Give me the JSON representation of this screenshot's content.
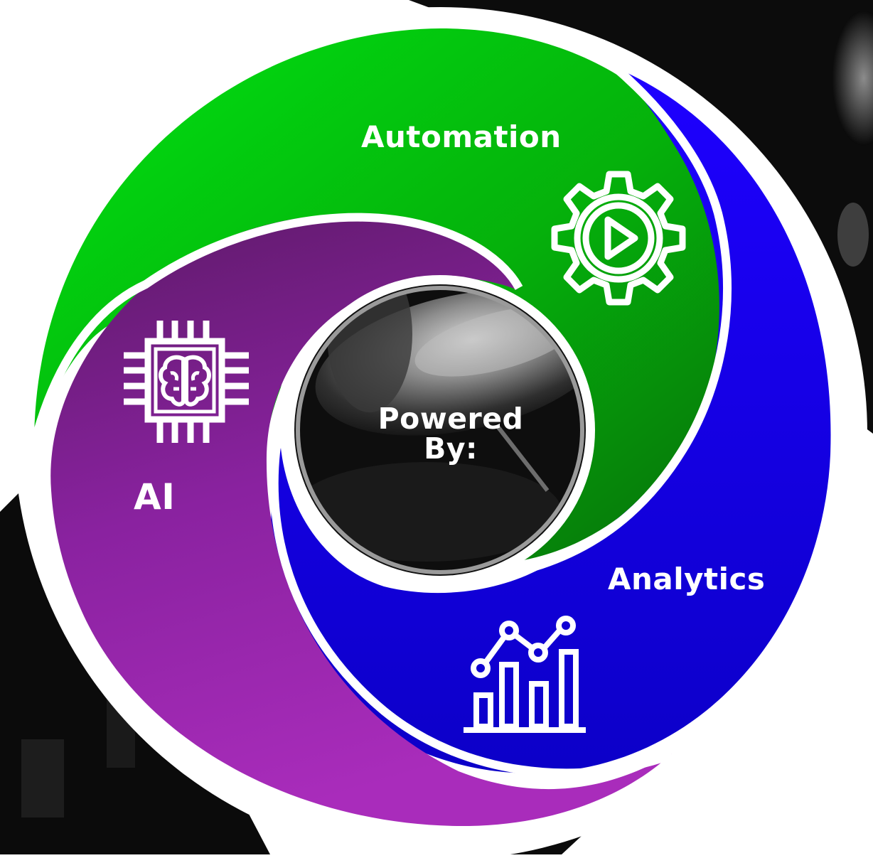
{
  "diagram": {
    "segments": [
      {
        "label": "Automation",
        "icon": "gear-play-icon",
        "color": "#06b80a"
      },
      {
        "label": "Analytics",
        "icon": "line-bar-chart-icon",
        "color": "#1a00e6"
      },
      {
        "label": "AI",
        "icon": "ai-chip-brain-icon",
        "color": "#8a23a4"
      }
    ],
    "center": {
      "line1": "Powered",
      "line2": "By:"
    },
    "ring_color": "#ffffff",
    "background_dark": "#0a0a0a"
  }
}
